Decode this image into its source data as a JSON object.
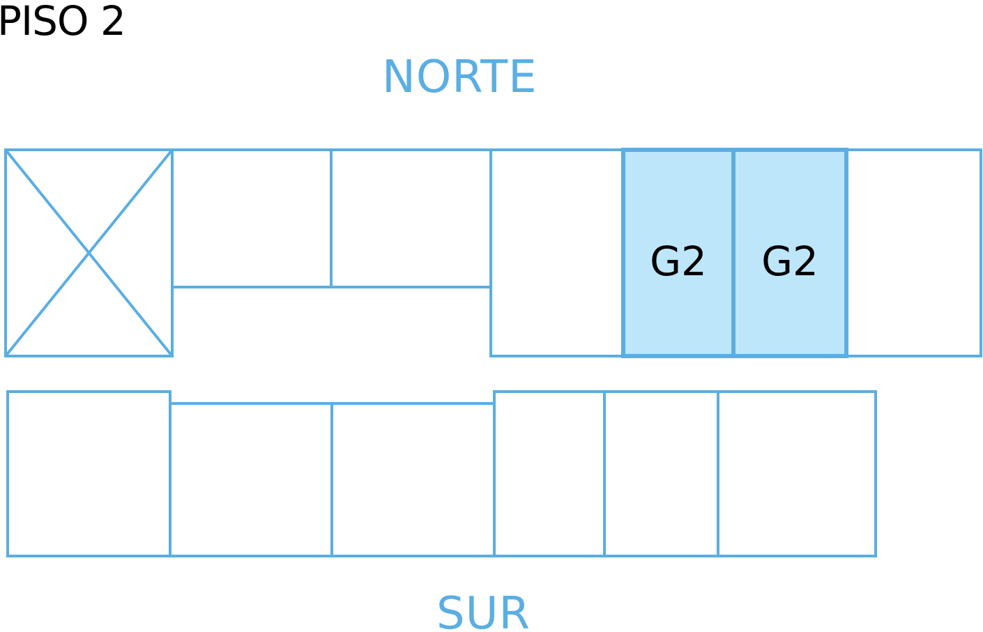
{
  "floor": {
    "title": "PISO 2"
  },
  "orientation": {
    "north": "NORTE",
    "south": "SUR"
  },
  "rooms": {
    "north_g2_a": "G2",
    "north_g2_b": "G2"
  },
  "colors": {
    "outline": "#5aaee3",
    "highlight_fill": "#bee6fa",
    "text": "#000000"
  }
}
